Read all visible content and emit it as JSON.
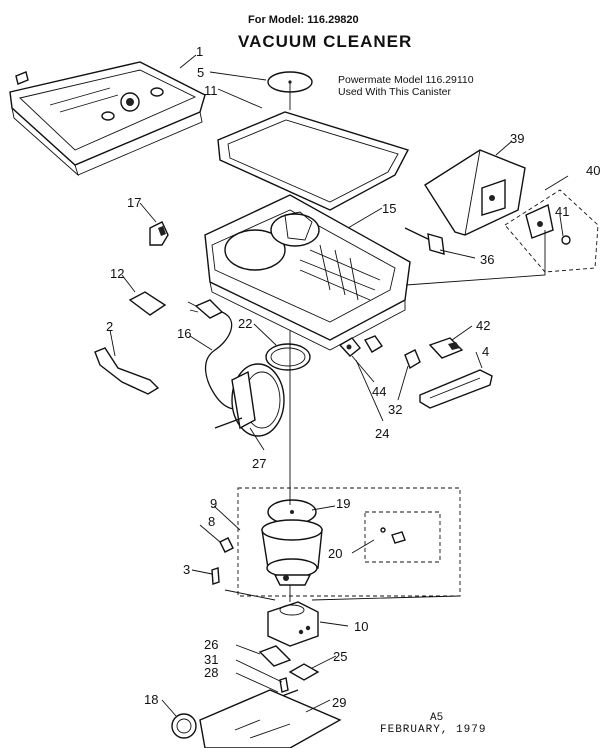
{
  "header": {
    "model_line": "For Model: 116.29820",
    "title": "VACUUM CLEANER",
    "note_line1": "Powermate Model 116.29110",
    "note_line2": "Used With This Canister"
  },
  "footer": {
    "code": "A5",
    "date": "FEBRUARY, 1979"
  },
  "parts": {
    "p1": "1",
    "p2": "2",
    "p3": "3",
    "p4": "4",
    "p5": "5",
    "p8": "8",
    "p9": "9",
    "p10": "10",
    "p11": "11",
    "p12": "12",
    "p15": "15",
    "p16": "16",
    "p17": "17",
    "p18": "18",
    "p19": "19",
    "p20": "20",
    "p22": "22",
    "p24": "24",
    "p25": "25",
    "p26": "26",
    "p27": "27",
    "p28": "28",
    "p29": "29",
    "p31": "31",
    "p32": "32",
    "p36": "36",
    "p39": "39",
    "p40": "40",
    "p41": "41",
    "p42": "42",
    "p44": "44"
  }
}
